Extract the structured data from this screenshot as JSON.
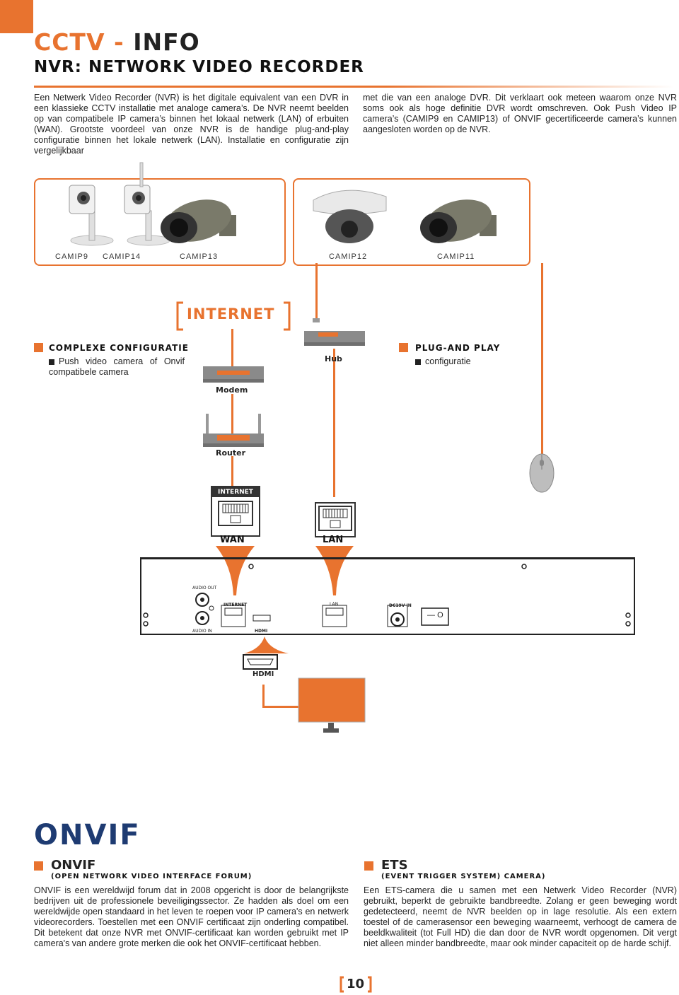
{
  "header": {
    "title_part1": "CCTV",
    "title_sep": " - ",
    "title_part2": "INFO",
    "subtitle": "NVR: NETWORK VIDEO RECORDER"
  },
  "intro": {
    "left": "Een Netwerk Video Recorder (NVR) is het digitale equivalent van een DVR in een klassieke CCTV installatie met analoge camera’s. De NVR neemt beelden op van compatibele IP camera’s binnen het lokaal netwerk (LAN) of erbuiten (WAN). Grootste voordeel van onze NVR is de handige plug-and-play configuratie binnen het lokale netwerk (LAN). Installatie en configuratie zijn vergelijkbaar",
    "right": "met die van een analoge DVR. Dit verklaart ook meteen waarom onze NVR soms ook als hoge definitie DVR wordt omschreven. Ook Push Video IP camera’s (CAMIP9 en CAMIP13) of ONVIF gecertificeerde camera’s kunnen aangesloten worden op de NVR."
  },
  "cameras": {
    "left_labels": [
      "CAMIP9",
      "CAMIP14",
      "CAMIP13"
    ],
    "right_labels": [
      "CAMIP12",
      "CAMIP11"
    ]
  },
  "diagram": {
    "internet": "INTERNET",
    "complex_title": "COMPLEXE CONFIGURATIE",
    "complex_text": "Push video camera of Onvif compatibele camera",
    "plug_title": "PLUG-AND PLAY",
    "plug_text": "configuratie",
    "modem": "Modem",
    "hub": "Hub",
    "router": "Router",
    "internet_port": "INTERNET",
    "wan": "WAN",
    "lan": "LAN",
    "nvr_audio_out": "AUDIO OUT",
    "nvr_audio_in": "AUDIO IN",
    "nvr_internet": "INTERNET",
    "nvr_hdmi": "HDMI",
    "nvr_lan": "LAN",
    "nvr_dc": "DC19V IN",
    "hdmi": "HDMI",
    "switch_o": "O",
    "switch_i": "—"
  },
  "onvif": {
    "logo": "ONVIF",
    "title": "ONVIF",
    "subtitle": "(OPEN NETWORK VIDEO INTERFACE FORUM)",
    "text": "ONVIF is een wereldwijd forum dat in 2008 opgericht is door de belangrijkste bedrijven uit de professionele beveiligingssector. Ze hadden als doel om een wereldwijde open standaard in het leven te roepen voor IP camera's en netwerk videorecorders. Toestellen met een ONVIF certificaat zijn onderling compatibel. Dit betekent dat onze NVR met ONVIF-certificaat kan worden gebruikt met IP camera's van andere grote merken die ook het ONVIF-certificaat hebben."
  },
  "ets": {
    "title": "ETS",
    "subtitle": "(EVENT TRIGGER SYSTEM) CAMERA)",
    "text": "Een ETS-camera die u samen met een Netwerk Video Recorder (NVR) gebruikt, beperkt de gebruikte bandbreedte. Zolang er geen beweging wordt gedetecteerd, neemt de NVR beelden op in lage resolutie. Als een extern toestel of de camerasensor een beweging waarneemt, verhoogt de camera de beeldkwaliteit (tot Full HD) die dan door de NVR wordt opgenomen. Dit vergt niet alleen minder bandbreedte, maar ook minder capaciteit op de harde schijf."
  },
  "page_number": "10",
  "colors": {
    "accent": "#e8732f",
    "text": "#222222",
    "device": "#8a8a8a"
  }
}
